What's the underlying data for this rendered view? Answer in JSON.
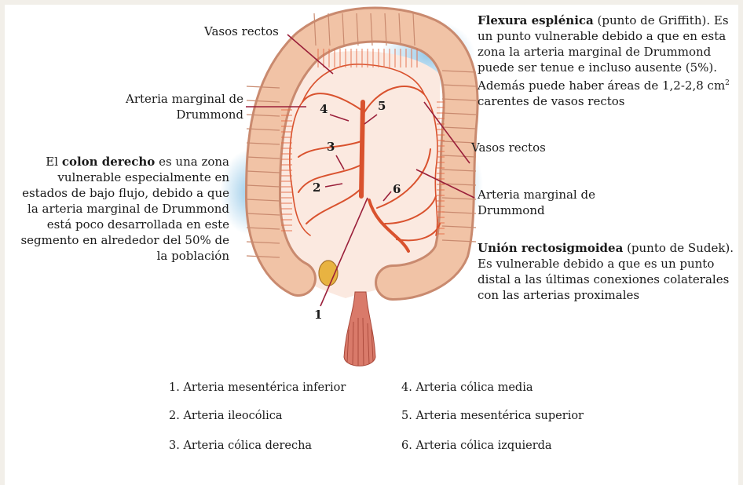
{
  "labels": {
    "vasos_rectos_top": "Vasos rectos",
    "marginal_left": [
      "Arteria marginal de",
      "Drummond"
    ],
    "colon_derecho": {
      "pre": "El ",
      "bold": "colon derecho",
      "post": " es una zona",
      "rest": [
        "vulnerable especialmente en",
        "estados de bajo flujo, debido a que",
        "la arteria marginal de Drummond",
        "está poco desarrollada en este",
        "segmento en alrededor del 50% de",
        "la población"
      ]
    },
    "flexura": {
      "bold": "Flexura esplénica",
      "post": " (punto de Griffith). Es",
      "rest": [
        "un punto vulnerable debido a que en esta",
        "zona la arteria marginal de Drummond",
        "puede ser tenue e incluso ausente (5%)."
      ],
      "areas": "Además puede haber áreas de 1,2-2,8 cm",
      "sup": "2",
      "last": "carentes de vasos rectos"
    },
    "vasos_rectos_right": "Vasos rectos",
    "marginal_right": [
      "Arteria marginal de",
      "Drummond"
    ],
    "union": {
      "bold": "Unión rectosigmoidea",
      "post": " (punto de Sudek).",
      "rest": [
        "Es vulnerable debido a que es un punto",
        "distal a las últimas conexiones colaterales",
        "con las arterias proximales"
      ]
    }
  },
  "numbers": [
    "1",
    "2",
    "3",
    "4",
    "5",
    "6"
  ],
  "legend": [
    "1. Arteria mesentérica inferior",
    "2. Arteria ileocólica",
    "3. Arteria cólica derecha",
    "4. Arteria cólica media",
    "5. Arteria mesentérica superior",
    "6. Arteria cólica izquierda"
  ],
  "colors": {
    "colon_fill": "#f1c3a6",
    "colon_stroke": "#c98a6f",
    "artery": "#d9522e",
    "mesentery": "#fbe9e0",
    "halo": "#9ccde8",
    "leader": "#9a1f3a",
    "rectum": "#d97a6a"
  }
}
